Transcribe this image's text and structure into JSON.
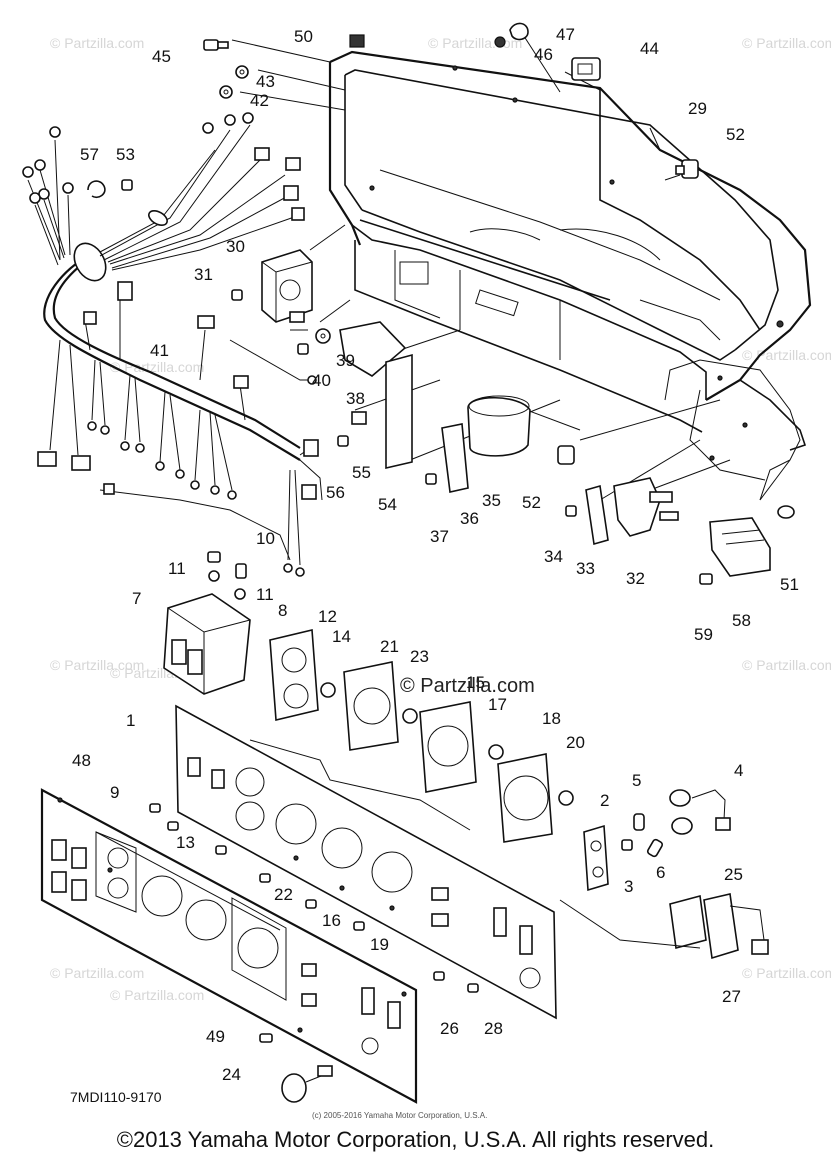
{
  "diagram": {
    "drawing_code": "7MDI110-9170",
    "small_copyright": "(c) 2005-2016 Yamaha Motor Corporation, U.S.A.",
    "watermark_main": "© Partzilla.com",
    "watermark_tile": "© Partzilla.com",
    "part_labels": {
      "p1": "1",
      "p2": "2",
      "p3": "3",
      "p4": "4",
      "p5": "5",
      "p6": "6",
      "p7": "7",
      "p8": "8",
      "p9": "9",
      "p10": "10",
      "p11a": "11",
      "p11b": "11",
      "p12": "12",
      "p13": "13",
      "p14": "14",
      "p15": "15",
      "p16": "16",
      "p17": "17",
      "p18": "18",
      "p19": "19",
      "p20": "20",
      "p21": "21",
      "p22": "22",
      "p23": "23",
      "p24": "24",
      "p25": "25",
      "p26": "26",
      "p27": "27",
      "p28": "28",
      "p29": "29",
      "p30": "30",
      "p31": "31",
      "p32": "32",
      "p33": "33",
      "p34": "34",
      "p35": "35",
      "p36": "36",
      "p37": "37",
      "p38": "38",
      "p39": "39",
      "p40": "40",
      "p41": "41",
      "p42": "42",
      "p43": "43",
      "p44": "44",
      "p45": "45",
      "p46": "46",
      "p47": "47",
      "p48": "48",
      "p49": "49",
      "p50": "50",
      "p51": "51",
      "p52a": "52",
      "p52b": "52",
      "p53": "53",
      "p54": "54",
      "p55": "55",
      "p56": "56",
      "p57": "57",
      "p58": "58",
      "p59": "59"
    }
  },
  "footer": {
    "copyright": "©2013 Yamaha Motor Corporation, U.S.A. All rights reserved."
  }
}
